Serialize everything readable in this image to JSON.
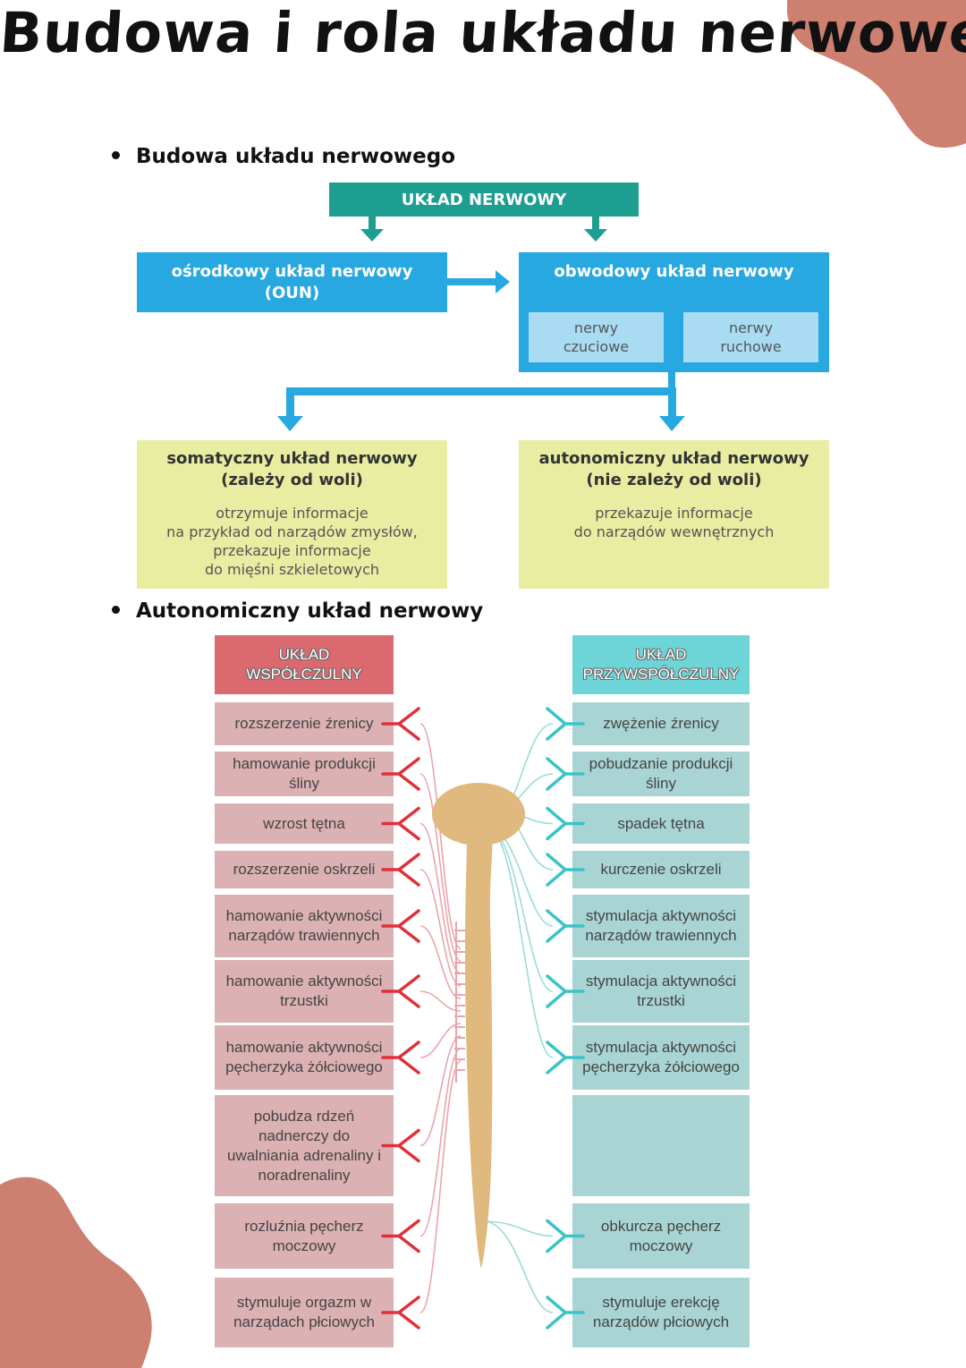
{
  "title": "Budowa i rola układu nerwowego",
  "colors": {
    "blob": "#cd7f70",
    "teal": "#1e9e91",
    "blue": "#27a8e0",
    "light_blue": "#a9dcf3",
    "yellow": "#e8eda2",
    "sympathetic_header": "#db6a70",
    "sympathetic_item": "#dcb1b4",
    "parasympathetic_header": "#6dd5d8",
    "parasympathetic_item": "#a8d5d4",
    "spine": "#dfb97e"
  },
  "section1": {
    "heading": "Budowa układu nerwowego",
    "root": "UKŁAD NERWOWY",
    "central": "ośrodkowy układ nerwowy\n(OUN)",
    "peripheral": "obwodowy układ nerwowy",
    "sensory": "nerwy\nczuciowe",
    "motor": "nerwy\nruchowe",
    "somatic_title": "somatyczny układ nerwowy\n(zależy od woli)",
    "somatic_desc": "otrzymuje informacje\nna przykład od narządów zmysłów,\nprzekazuje informacje\ndo mięśni szkieletowych",
    "autonomic_title": "autonomiczny układ nerwowy\n(nie zależy od woli)",
    "autonomic_desc": "przekazuje informacje\ndo narządów wewnętrznych"
  },
  "section2": {
    "heading": "Autonomiczny układ nerwowy",
    "sympathetic_header": "UKŁAD\nWSPÓŁCZULNY",
    "parasympathetic_header": "UKŁAD\nPRZYWSPÓŁCZULNY",
    "sympathetic": [
      "rozszerzenie źrenicy",
      "hamowanie produkcji\nśliny",
      "wzrost tętna",
      "rozszerzenie oskrzeli",
      "hamowanie aktywności\nnarządów trawiennych",
      "hamowanie aktywności\ntrzustki",
      "hamowanie aktywności\npęcherzyka żółciowego",
      "pobudza rdzeń\nnadnerczy do\nuwalniania adrenaliny i\nnoradrenaliny",
      "rozluźnia pęcherz\nmoczowy",
      "stymuluje orgazm w\nnarządach płciowych"
    ],
    "parasympathetic": [
      "zwężenie źrenicy",
      "pobudzanie produkcji\nśliny",
      "spadek tętna",
      "kurczenie oskrzeli",
      "stymulacja aktywności\nnarządów trawiennych",
      "stymulacja aktywności\ntrzustki",
      "stymulacja aktywności\npęcherzyka żółciowego",
      "",
      "obkurcza pęcherz\nmoczowy",
      "stymuluje erekcję\nnarządów płciowych"
    ]
  }
}
